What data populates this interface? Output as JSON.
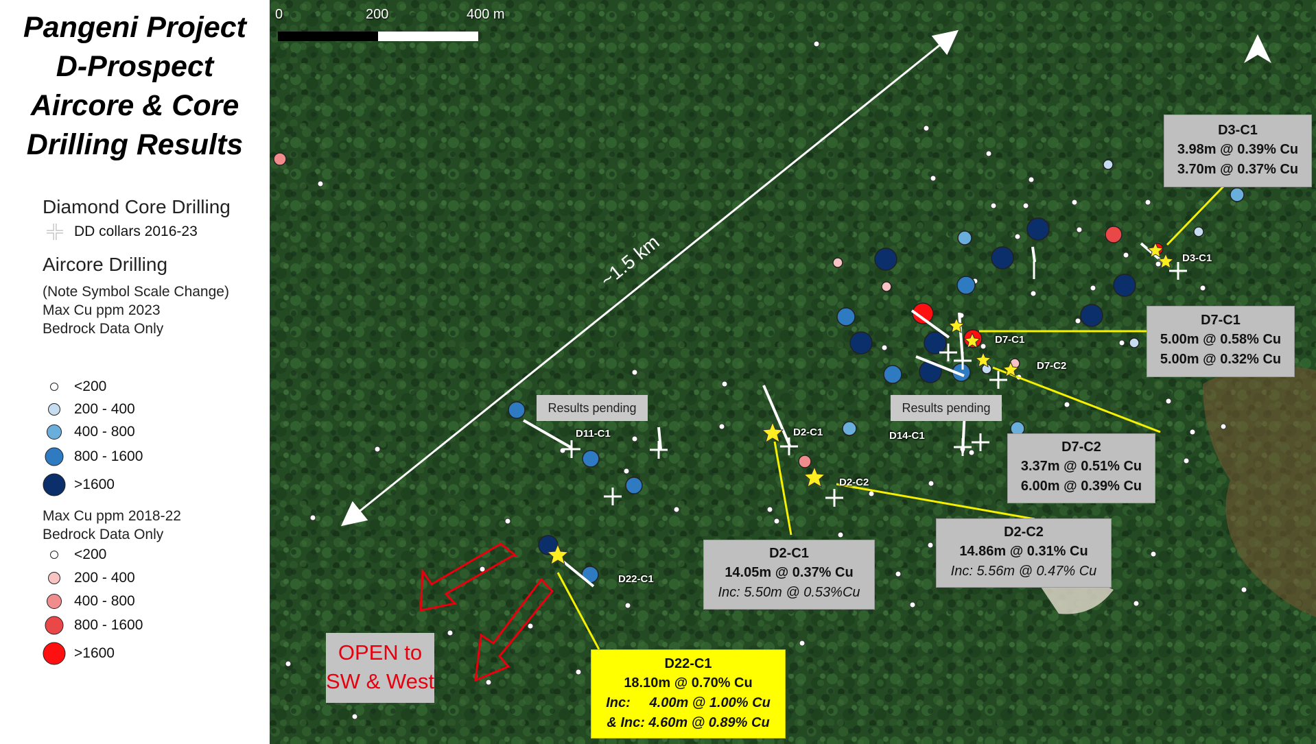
{
  "title": [
    "Pangeni Project",
    "D-Prospect",
    "Aircore & Core",
    "Drilling Results"
  ],
  "legend": {
    "dd_heading": "Diamond Core Drilling",
    "dd_item": "DD collars 2016-23",
    "ac_heading": "Aircore Drilling",
    "ac_note": "(Note Symbol Scale Change)",
    "ac_2023_line1": "Max Cu ppm 2023",
    "ac_2023_line2": "Bedrock Data Only",
    "ac_2023_classes": [
      "<200",
      "200 - 400",
      "400 - 800",
      "800 - 1600",
      ">1600"
    ],
    "ac_2018_line1": "Max Cu ppm 2018-22",
    "ac_2018_line2": "Bedrock Data Only",
    "ac_2018_classes": [
      "<200",
      "200 - 400",
      "400 - 800",
      "800 - 1600",
      ">1600"
    ],
    "colors_2023": [
      "#ffffff",
      "#c6dcf0",
      "#6aaedb",
      "#2f7bc1",
      "#0b2f6b"
    ],
    "colors_2018": [
      "#ffffff",
      "#f7c3c3",
      "#f08c8c",
      "#ea4848",
      "#ff1010"
    ]
  },
  "scale_bar": {
    "labels": [
      "0",
      "200",
      "400 m"
    ]
  },
  "distance_label": "~1.5 km",
  "north_arrow": "north-arrow-icon",
  "drill_holes": [
    "D3-C1",
    "D7-C1",
    "D7-C2",
    "D2-C1",
    "D2-C2",
    "D11-C1",
    "D14-C1",
    "D22-C1"
  ],
  "pending_labels": [
    "Results pending",
    "Results pending"
  ],
  "result_boxes": {
    "d3c1": {
      "title": "D3-C1",
      "lines": [
        "3.98m @ 0.39% Cu",
        "3.70m @ 0.37% Cu"
      ]
    },
    "d7c1": {
      "title": "D7-C1",
      "lines": [
        "5.00m @ 0.58% Cu",
        "5.00m @ 0.32% Cu"
      ]
    },
    "d7c2": {
      "title": "D7-C2",
      "lines": [
        "3.37m @ 0.51% Cu",
        "6.00m @ 0.39% Cu"
      ]
    },
    "d2c2": {
      "title": "D2-C2",
      "line": "14.86m @ 0.31% Cu",
      "inc": "Inc: 5.56m @ 0.47% Cu"
    },
    "d2c1": {
      "title": "D2-C1",
      "line": "14.05m @ 0.37% Cu",
      "inc": "Inc: 5.50m @ 0.53%Cu"
    },
    "d22c1": {
      "title": "D22-C1",
      "line": "18.10m @ 0.70% Cu",
      "inc1": "Inc:     4.00m @ 1.00% Cu",
      "inc2": "& Inc: 4.60m @ 0.89% Cu"
    }
  },
  "open_label": [
    "OPEN to",
    "SW & West"
  ]
}
